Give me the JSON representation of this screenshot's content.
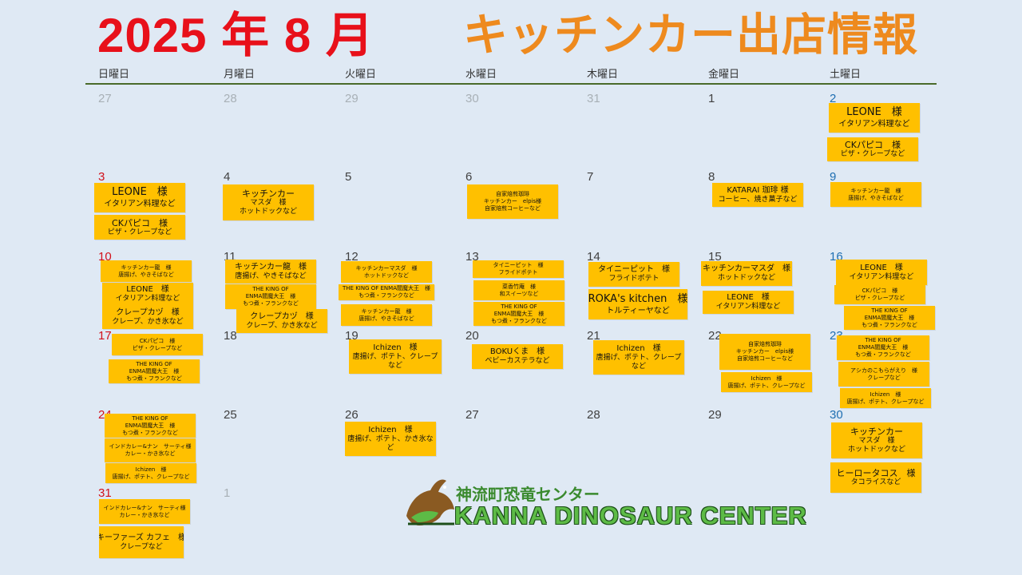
{
  "header": {
    "month_title": "2025 年 8 月",
    "section_title": "キッチンカー出店情報"
  },
  "weekdays": [
    "日曜日",
    "月曜日",
    "火曜日",
    "水曜日",
    "木曜日",
    "金曜日",
    "土曜日"
  ],
  "weeks": [
    {
      "dates": [
        {
          "day": "27",
          "muted": true
        },
        {
          "day": "28",
          "muted": true
        },
        {
          "day": "29",
          "muted": true
        },
        {
          "day": "30",
          "muted": true
        },
        {
          "day": "31",
          "muted": true
        },
        {
          "day": "1"
        },
        {
          "day": "2",
          "sat": true
        }
      ]
    },
    {
      "dates": [
        {
          "day": "3",
          "sun": true
        },
        {
          "day": "4"
        },
        {
          "day": "5"
        },
        {
          "day": "6"
        },
        {
          "day": "7"
        },
        {
          "day": "8"
        },
        {
          "day": "9",
          "sat": true
        }
      ]
    },
    {
      "dates": [
        {
          "day": "10",
          "sun": true
        },
        {
          "day": "11"
        },
        {
          "day": "12"
        },
        {
          "day": "13"
        },
        {
          "day": "14"
        },
        {
          "day": "15"
        },
        {
          "day": "16",
          "sat": true
        }
      ]
    },
    {
      "dates": [
        {
          "day": "17",
          "sun": true
        },
        {
          "day": "18"
        },
        {
          "day": "19"
        },
        {
          "day": "20"
        },
        {
          "day": "21"
        },
        {
          "day": "22"
        },
        {
          "day": "23",
          "sat": true
        }
      ]
    },
    {
      "dates": [
        {
          "day": "24",
          "sun": true
        },
        {
          "day": "25"
        },
        {
          "day": "26"
        },
        {
          "day": "27"
        },
        {
          "day": "28"
        },
        {
          "day": "29"
        },
        {
          "day": "30",
          "sat": true
        }
      ]
    },
    {
      "dates": [
        {
          "day": "31",
          "sun": true
        },
        {
          "day": "1",
          "muted": true
        }
      ]
    }
  ],
  "vendors": [
    {
      "date": "2",
      "col": 6,
      "row": 0,
      "line1": "LEONE　様",
      "line2": "イタリアン料理など",
      "size": "big"
    },
    {
      "date": "2",
      "col": 6,
      "row": 0,
      "line1": "CKパピコ　様",
      "line2": "ピザ・クレープなど",
      "size": ""
    },
    {
      "date": "3",
      "col": 0,
      "row": 1,
      "line1": "LEONE　様",
      "line2": "イタリアン料理など",
      "size": "big"
    },
    {
      "date": "3",
      "col": 0,
      "row": 1,
      "line1": "CKパピコ　様",
      "line2": "ピザ・クレープなど",
      "size": ""
    },
    {
      "date": "4",
      "col": 1,
      "row": 1,
      "line1": "キッチンカー",
      "line2": "マスダ　様",
      "line3": "ホットドックなど",
      "size": ""
    },
    {
      "date": "6",
      "col": 3,
      "row": 1,
      "line1": "自家焙煎珈琲",
      "line2": "キッチンカー　elpis様",
      "line3": "自家焙煎コーヒーなど",
      "size": "tiny"
    },
    {
      "date": "8",
      "col": 5,
      "row": 1,
      "line1": "KATARAI 珈琲 様",
      "line2": "コーヒー、焼き菓子など",
      "size": "mid"
    },
    {
      "date": "9",
      "col": 6,
      "row": 1,
      "line1": "キッチンカー龍　様",
      "line2": "唐揚げ、やきそばなど",
      "size": "tiny"
    },
    {
      "date": "10",
      "col": 0,
      "row": 2,
      "line1": "キッチンカー龍　様",
      "line2": "唐揚げ、やきそばなど",
      "size": "tiny"
    },
    {
      "date": "10",
      "col": 0,
      "row": 2,
      "line1": "LEONE　様",
      "line2": "イタリアン料理など",
      "size": "mid"
    },
    {
      "date": "10",
      "col": 0,
      "row": 2,
      "line1": "クレープカヅ　様",
      "line2": "クレープ、かき氷など",
      "size": "mid"
    },
    {
      "date": "11",
      "col": 1,
      "row": 2,
      "line1": "キッチンカー龍　様",
      "line2": "唐揚げ、やきそばなど",
      "size": "mid"
    },
    {
      "date": "11",
      "col": 1,
      "row": 2,
      "line1": "THE KING OF",
      "line2": "ENMA閻魔大王　様",
      "line3": "もつ煮・フランクなど",
      "size": "tiny"
    },
    {
      "date": "11",
      "col": 1,
      "row": 2,
      "line1": "クレープカヅ　様",
      "line2": "クレープ、かき氷など",
      "size": "mid"
    },
    {
      "date": "12",
      "col": 2,
      "row": 2,
      "line1": "キッチンカーマスダ　様",
      "line2": "ホットドックなど",
      "size": "tiny"
    },
    {
      "date": "12",
      "col": 2,
      "row": 2,
      "line1": "THE KING OF ENMA閻魔大王　様",
      "line2": "もつ煮・フランクなど",
      "size": "tiny"
    },
    {
      "date": "12",
      "col": 2,
      "row": 2,
      "line1": "キッチンカー龍　様",
      "line2": "唐揚げ、やきそばなど",
      "size": "tiny"
    },
    {
      "date": "13",
      "col": 3,
      "row": 2,
      "line1": "タイニーピット　様",
      "line2": "フライドポテト",
      "size": "tiny"
    },
    {
      "date": "13",
      "col": 3,
      "row": 2,
      "line1": "菜香竹庵　様",
      "line2": "和スイーツなど",
      "size": "tiny"
    },
    {
      "date": "13",
      "col": 3,
      "row": 2,
      "line1": "THE KING OF",
      "line2": "ENMA閻魔大王　様",
      "line3": "もつ煮・フランクなど",
      "size": "tiny"
    },
    {
      "date": "14",
      "col": 4,
      "row": 2,
      "line1": "タイニーピット　様",
      "line2": "フライドポテト",
      "size": "mid"
    },
    {
      "date": "14",
      "col": 4,
      "row": 2,
      "line1": "ROKA's kitchen　様",
      "line2": "トルティーヤなど",
      "size": "big"
    },
    {
      "date": "15",
      "col": 5,
      "row": 2,
      "line1": "キッチンカーマスダ　様",
      "line2": "ホットドックなど",
      "size": "mid"
    },
    {
      "date": "15",
      "col": 5,
      "row": 2,
      "line1": "LEONE　様",
      "line2": "イタリアン料理など",
      "size": "mid"
    },
    {
      "date": "16",
      "col": 6,
      "row": 2,
      "line1": "LEONE　様",
      "line2": "イタリアン料理など",
      "size": "mid"
    },
    {
      "date": "16",
      "col": 6,
      "row": 2,
      "line1": "CKパピコ　様",
      "line2": "ピザ・クレープなど",
      "size": "tiny"
    },
    {
      "date": "16",
      "col": 6,
      "row": 2,
      "line1": "THE KING OF",
      "line2": "ENMA閻魔大王　様",
      "line3": "もつ煮・フランクなど",
      "size": "tiny"
    },
    {
      "date": "17",
      "col": 0,
      "row": 3,
      "line1": "CKパピコ　様",
      "line2": "ピザ・クレープなど",
      "size": "tiny"
    },
    {
      "date": "17",
      "col": 0,
      "row": 3,
      "line1": "THE KING OF",
      "line2": "ENMA閻魔大王　様",
      "line3": "もつ煮・フランクなど",
      "size": "tiny"
    },
    {
      "date": "19",
      "col": 2,
      "row": 3,
      "line1": "Ichizen　様",
      "line2": "唐揚げ、ポテト、クレープ",
      "line3": "など",
      "size": "mid"
    },
    {
      "date": "20",
      "col": 3,
      "row": 3,
      "line1": "BOKUくま　様",
      "line2": "ベビーカステラなど",
      "size": "mid"
    },
    {
      "date": "21",
      "col": 4,
      "row": 3,
      "line1": "Ichizen　様",
      "line2": "唐揚げ、ポテト、クレープ",
      "line3": "など",
      "size": "mid"
    },
    {
      "date": "22",
      "col": 5,
      "row": 3,
      "line1": "自家焙煎珈琲",
      "line2": "キッチンカー　elpis様",
      "line3": "自家焙煎コーヒーなど",
      "size": "tiny"
    },
    {
      "date": "22",
      "col": 5,
      "row": 3,
      "line1": "Ichizen　様",
      "line2": "唐揚げ、ポテト、クレープなど",
      "size": "tiny"
    },
    {
      "date": "23",
      "col": 6,
      "row": 3,
      "line1": "THE KING OF",
      "line2": "ENMA閻魔大王　様",
      "line3": "もつ煮・フランクなど",
      "size": "tiny"
    },
    {
      "date": "23",
      "col": 6,
      "row": 3,
      "line1": "アシカのこもらがえり　様",
      "line2": "クレープなど",
      "size": "tiny"
    },
    {
      "date": "23",
      "col": 6,
      "row": 3,
      "line1": "Ichizen　様",
      "line2": "唐揚げ、ポテト、クレープなど",
      "size": "tiny"
    },
    {
      "date": "24",
      "col": 0,
      "row": 4,
      "line1": "THE KING OF",
      "line2": "ENMA閻魔大王　様",
      "line3": "もつ煮・フランクなど",
      "size": "tiny"
    },
    {
      "date": "24",
      "col": 0,
      "row": 4,
      "line1": "インドカレー&ナン　サーティ様",
      "line2": "カレー・かき氷など",
      "size": "tiny"
    },
    {
      "date": "24",
      "col": 0,
      "row": 4,
      "line1": "Ichizen　様",
      "line2": "唐揚げ、ポテト、クレープなど",
      "size": "tiny"
    },
    {
      "date": "26",
      "col": 2,
      "row": 4,
      "line1": "Ichizen　様",
      "line2": "唐揚げ、ポテト、かき氷な",
      "line3": "ど",
      "size": "mid"
    },
    {
      "date": "30",
      "col": 6,
      "row": 4,
      "line1": "キッチンカー",
      "line2": "マスダ　様",
      "line3": "ホットドックなど",
      "size": ""
    },
    {
      "date": "30",
      "col": 6,
      "row": 4,
      "line1": "ヒーロータコス　様",
      "line2": "タコライスなど",
      "size": ""
    },
    {
      "date": "31",
      "col": 0,
      "row": 5,
      "line1": "インドカレー&ナン　サーティ様",
      "line2": "カレー・かき氷など",
      "size": "tiny"
    },
    {
      "date": "31",
      "col": 0,
      "row": 5,
      "line1": "キーファーズ カフェ　様",
      "line2": "クレープなど",
      "size": "mid"
    }
  ],
  "logo": {
    "jp": "神流町恐竜センター",
    "en": "KANNA DINOSAUR CENTER",
    "dino_icon": "dinosaur-icon",
    "colors": {
      "green": "#5dbb46",
      "dark": "#1d4f1a",
      "brown": "#8a5a22"
    }
  },
  "colors": {
    "background": "#dfe9f4",
    "title_red": "#e8101a",
    "title_orange": "#ee8a1e",
    "vendor_fill": "#ffc000",
    "sunday": "#d2111b",
    "saturday": "#1f6fb2",
    "rule": "#4a6a2a"
  }
}
